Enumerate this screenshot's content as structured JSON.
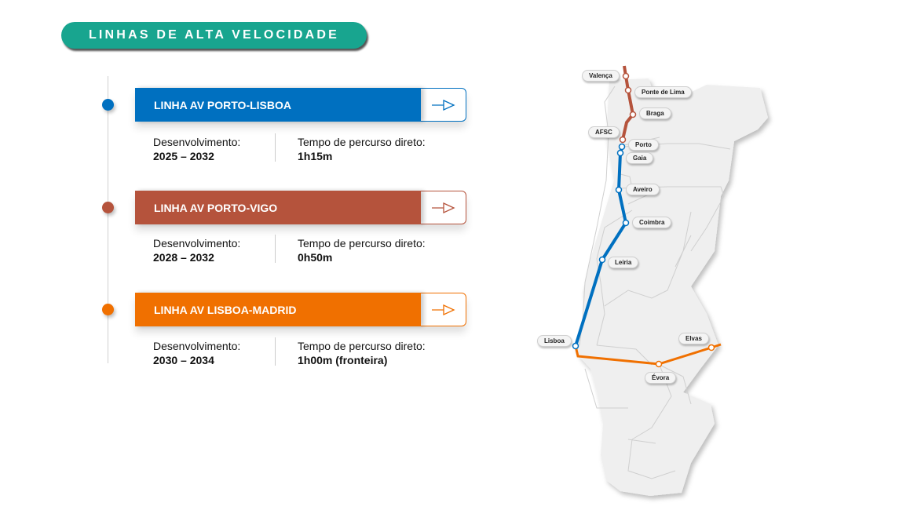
{
  "title": "LINHAS DE ALTA VELOCIDADE",
  "lines": [
    {
      "name": "LINHA AV PORTO-LISBOA",
      "color": "#0070c0",
      "dev_label": "Desenvolvimento:",
      "dev": "2025 – 2032",
      "time_label": "Tempo de percurso direto:",
      "time": "1h15m"
    },
    {
      "name": "LINHA AV PORTO-VIGO",
      "color": "#b5533c",
      "dev_label": "Desenvolvimento:",
      "dev": "2028 – 2032",
      "time_label": "Tempo de percurso direto:",
      "time": "0h50m"
    },
    {
      "name": "LINHA AV LISBOA-MADRID",
      "color": "#f07000",
      "dev_label": "Desenvolvimento:",
      "dev": "2030 – 2034",
      "time_label": "Tempo de percurso direto:",
      "time": "1h00m (fronteira)"
    }
  ],
  "stations": [
    "Valença",
    "Ponte de Lima",
    "Braga",
    "AFSC",
    "Porto",
    "Gaia",
    "Aveiro",
    "Coimbra",
    "Leiria",
    "Lisboa",
    "Évora",
    "Elvas"
  ]
}
